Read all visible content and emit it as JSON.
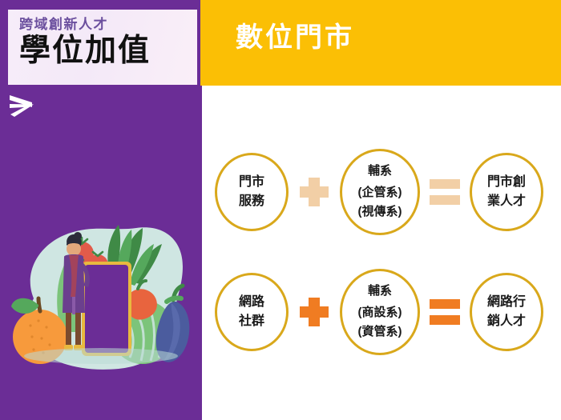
{
  "slide": {
    "header": {
      "title": "數位門市",
      "bg_color": "#FBBF05",
      "title_color": "#FFFFFF"
    },
    "title_card": {
      "kicker": "跨域創新人才",
      "main": "學位加值",
      "kicker_color": "#6B4F9E",
      "main_color": "#111111",
      "bg_color": "#F5ECF8"
    },
    "left_panel": {
      "bg_color": "#6B2D96",
      "logo": "chevron-logo",
      "illustration": "woman-with-vegetables-and-sign-illustration"
    },
    "diagram": {
      "accent_light": "#F2CFA6",
      "accent_strong": "#F07C22",
      "circle_border_color": "#D9A81B",
      "rows": [
        {
          "id": "row-1",
          "operator_plus": "+",
          "operator_equals": "=",
          "operator_color": "#F2CFA6",
          "term_a": {
            "lines": [
              "門市",
              "服務"
            ]
          },
          "term_b": {
            "lines": [
              "輔系",
              "(企管系)",
              "(視傳系)"
            ]
          },
          "result": {
            "lines": [
              "門市創",
              "業人才"
            ]
          }
        },
        {
          "id": "row-2",
          "operator_plus": "+",
          "operator_equals": "=",
          "operator_color": "#F07C22",
          "term_a": {
            "lines": [
              "網路",
              "社群"
            ]
          },
          "term_b": {
            "lines": [
              "輔系",
              "(商設系)",
              "(資管系)"
            ]
          },
          "result": {
            "lines": [
              "網路行",
              "銷人才"
            ]
          }
        }
      ]
    }
  }
}
